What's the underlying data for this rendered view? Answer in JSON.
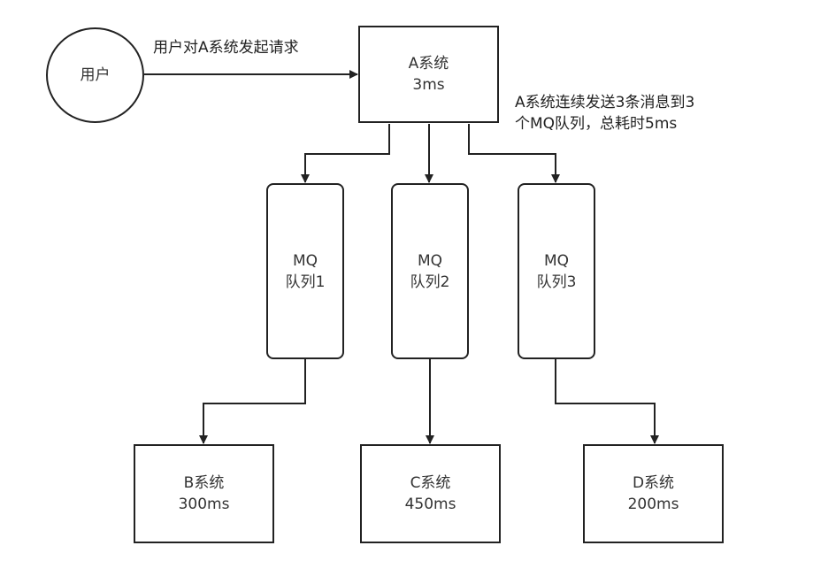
{
  "user": {
    "label": "用户"
  },
  "request_label": "用户对A系统发起请求",
  "system_a": {
    "name": "A系统",
    "time": "3ms"
  },
  "note": {
    "line1": "A系统连续发送3条消息到3",
    "line2": "个MQ队列，总耗时5ms"
  },
  "queues": [
    {
      "title": "MQ",
      "name": "队列1"
    },
    {
      "title": "MQ",
      "name": "队列2"
    },
    {
      "title": "MQ",
      "name": "队列3"
    }
  ],
  "systems": [
    {
      "name": "B系统",
      "time": "300ms"
    },
    {
      "name": "C系统",
      "time": "450ms"
    },
    {
      "name": "D系统",
      "time": "200ms"
    }
  ],
  "colors": {
    "stroke": "#222222",
    "text": "#333333",
    "background": "#ffffff"
  }
}
